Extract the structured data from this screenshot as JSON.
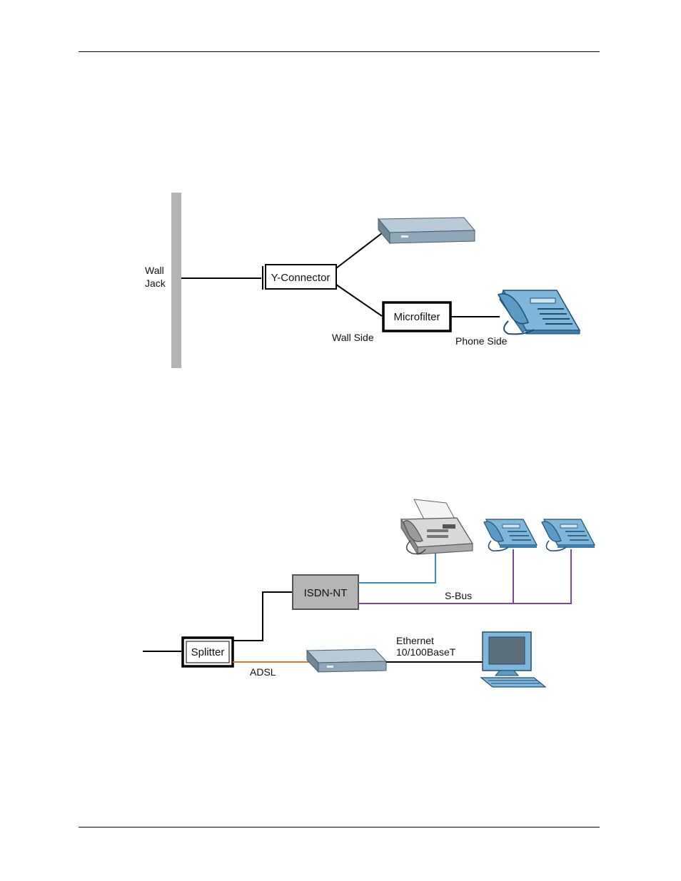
{
  "figure1": {
    "wall_jack_line1": "Wall",
    "wall_jack_line2": "Jack",
    "y_connector": "Y-Connector",
    "microfilter": "Microfilter",
    "wall_side": "Wall Side",
    "phone_side": "Phone Side"
  },
  "figure2": {
    "isdn_nt": "ISDN-NT",
    "s_bus": "S-Bus",
    "splitter": "Splitter",
    "adsl": "ADSL",
    "ethernet_line1": "Ethernet",
    "ethernet_line2": "10/100BaseT"
  },
  "colors": {
    "wall": "#b3b3b3",
    "device": "#8fa7b8",
    "phone": "#5b9bc6",
    "isdn_box": "#b5b5b5",
    "fax_line": "#2f8fc4",
    "s_bus_line": "#7b4a94",
    "adsl_line": "#e0702a"
  }
}
